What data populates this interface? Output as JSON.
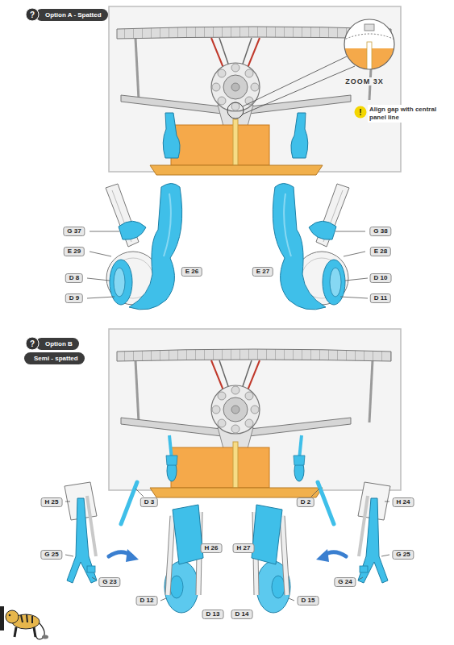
{
  "diagram": {
    "nodes": [
      {
        "text": [
          "Option A - Spatted"
        ]
      },
      {
        "text": [
          "Align gap with central panel line"
        ]
      },
      {
        "text": [
          "Option B"
        ]
      },
      {
        "text": [
          "Semi - spatted"
        ]
      }
    ],
    "labels": [
      "?",
      "ZOOM 3X",
      "!",
      "G 37",
      "E 29",
      "D 8",
      "D 9",
      "E 26",
      "E 27",
      "G 38",
      "E 28",
      "D 10",
      "D 11",
      "?",
      "H 25",
      "D 3",
      "G 25",
      "G 23",
      "H 26",
      "D 12",
      "D 13",
      "H 27",
      "D 14",
      "D 15",
      "D 2",
      "H 24",
      "G 25",
      "G 24"
    ]
  }
}
